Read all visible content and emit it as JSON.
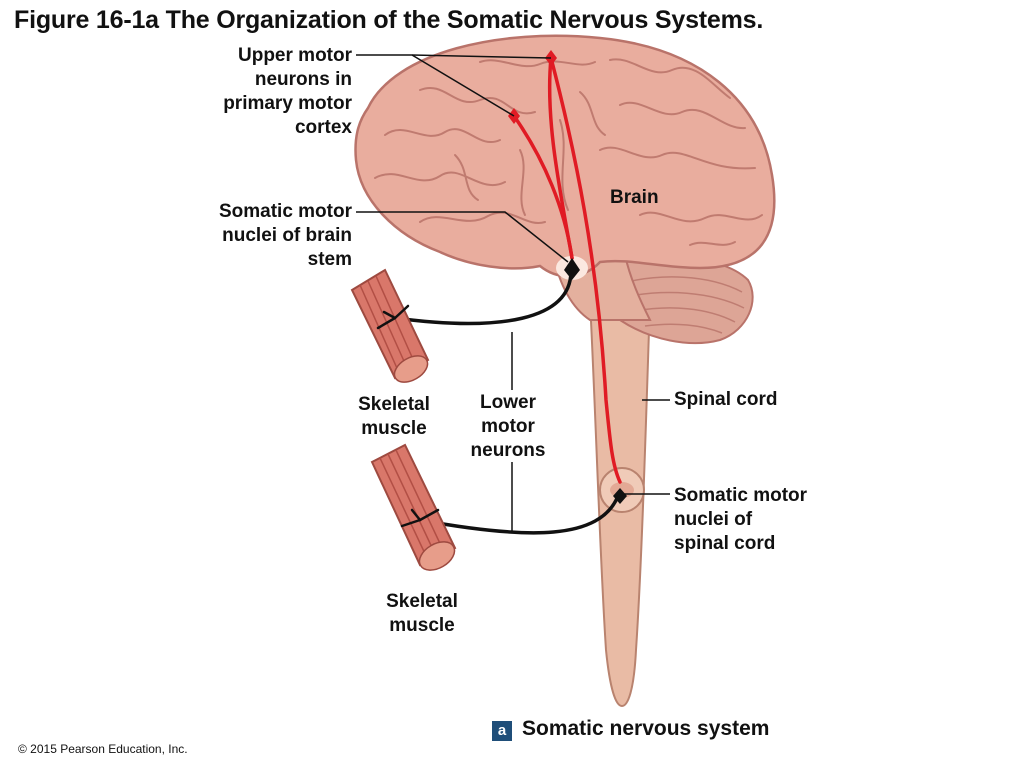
{
  "title": "Figure 16-1a The Organization of the Somatic Nervous Systems.",
  "labels": {
    "upper_motor": "Upper motor\nneurons in\nprimary motor\ncortex",
    "brain": "Brain",
    "somatic_brainstem": "Somatic motor\nnuclei of brain\nstem",
    "skeletal_muscle_1": "Skeletal\nmuscle",
    "lower_motor": "Lower\nmotor\nneurons",
    "spinal_cord": "Spinal cord",
    "somatic_spinal": "Somatic motor\nnuclei of\nspinal cord",
    "skeletal_muscle_2": "Skeletal\nmuscle"
  },
  "caption": {
    "badge": "a",
    "text": "Somatic nervous system"
  },
  "copyright": "© 2015 Pearson Education, Inc.",
  "colors": {
    "brain": "#e9ad9e",
    "brain_outline": "#b9736a",
    "gyri": "#c07b70",
    "cerebellum": "#dda596",
    "spinal_cord": "#e9bba5",
    "muscle": "#d9776a",
    "upper_motor_neuron": "#e01b24",
    "lower_motor_neuron": "#111111",
    "badge": "#1f4e79"
  }
}
